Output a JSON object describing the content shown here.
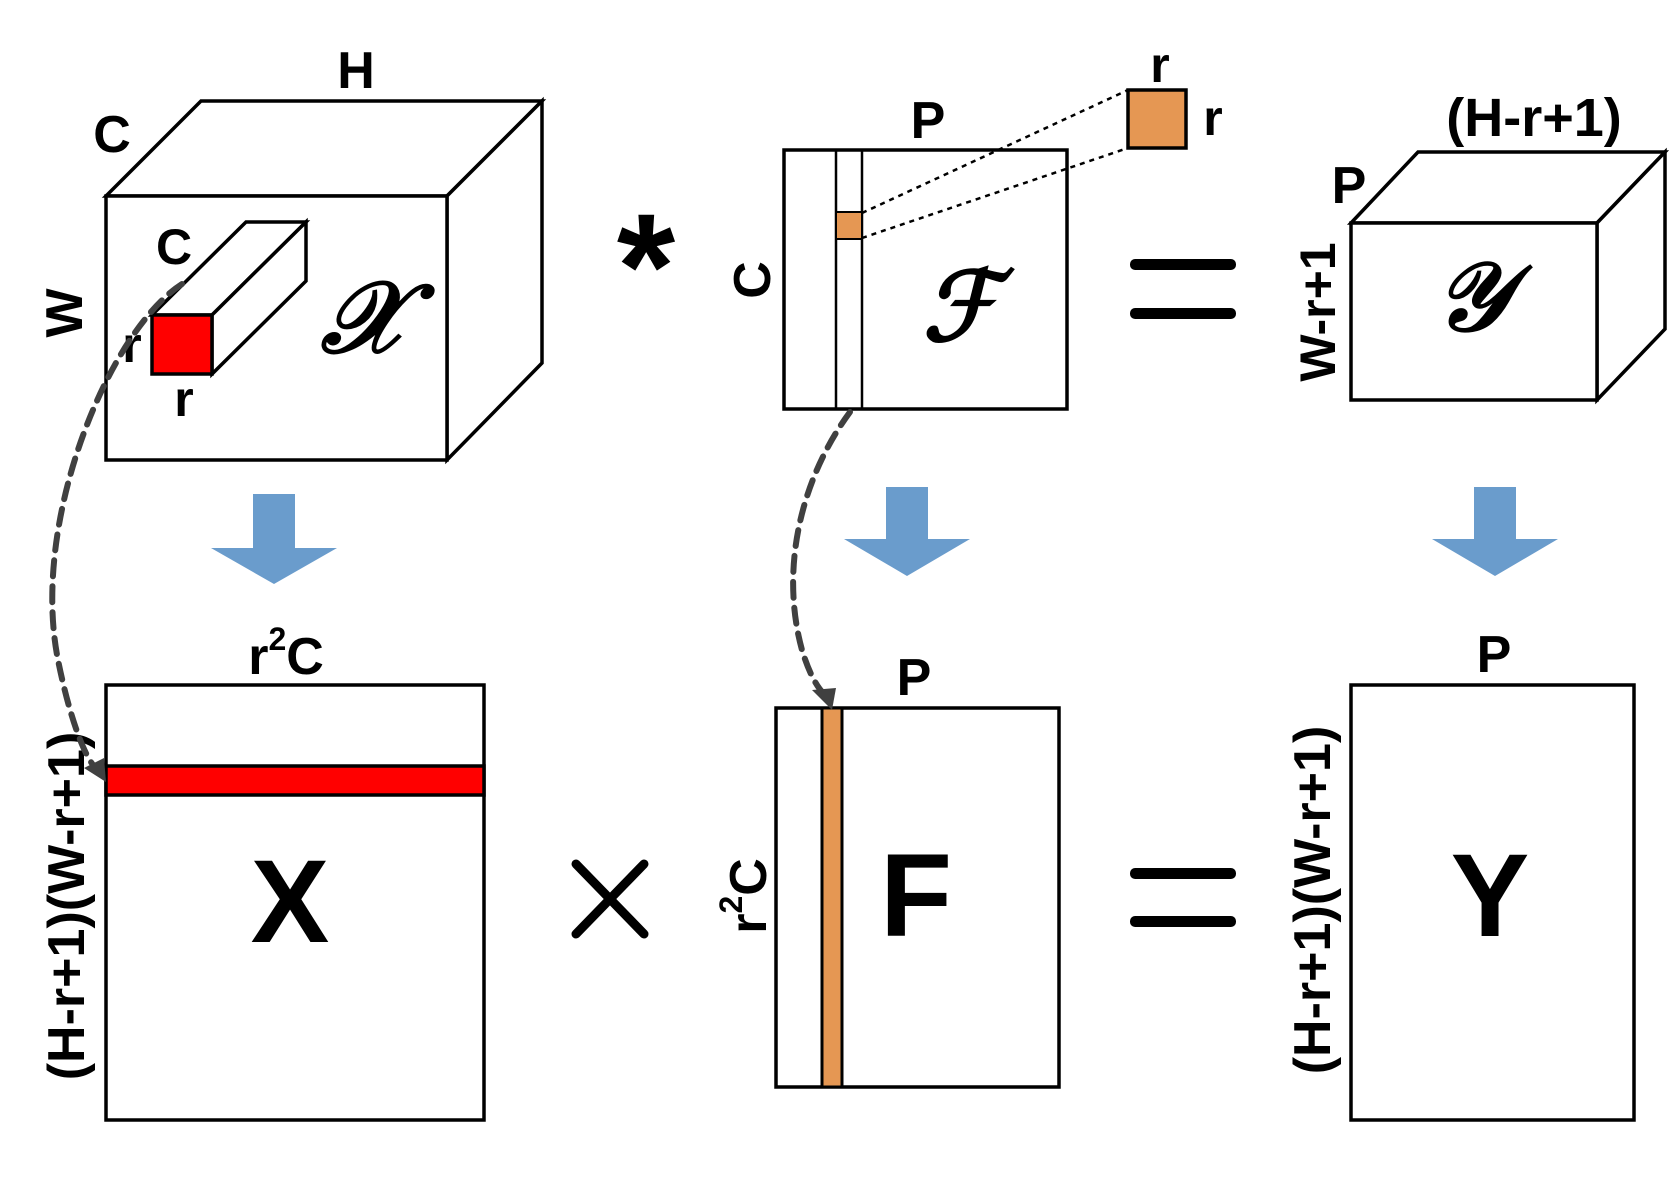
{
  "colors": {
    "patch_red": "#ff0000",
    "filter_orange": "#e59753",
    "down_arrow": "#6a9ccc",
    "dashed_arrow": "#404040",
    "stroke": "#000000"
  },
  "top": {
    "input_tensor": {
      "symbol": "𝒳",
      "label_H": "H",
      "label_C": "C",
      "label_W": "W",
      "patch": {
        "label_C": "C",
        "label_r_side": "r",
        "label_r_bottom": "r"
      }
    },
    "conv_operator": "*",
    "filter": {
      "symbol": "ℱ",
      "label_P": "P",
      "label_C": "C",
      "kernel": {
        "label_r_top": "r",
        "label_r_side": "r"
      }
    },
    "equals": "=",
    "output_tensor": {
      "symbol": "𝒴",
      "label_top": "(H-r+1)",
      "label_P": "P",
      "label_W": "W-r+1"
    }
  },
  "bottom": {
    "X_matrix": {
      "symbol": "X",
      "label_top_base": "r",
      "label_top_sup": "2",
      "label_top_end": "C",
      "label_side": "(H-r+1)(W-r+1)"
    },
    "multiply_operator": "×",
    "F_matrix": {
      "symbol": "F",
      "label_P": "P",
      "label_side_base": "r",
      "label_side_sup": "2",
      "label_side_end": "C"
    },
    "equals": "=",
    "Y_matrix": {
      "symbol": "Y",
      "label_P": "P",
      "label_side": "(H-r+1)(W-r+1)"
    }
  }
}
